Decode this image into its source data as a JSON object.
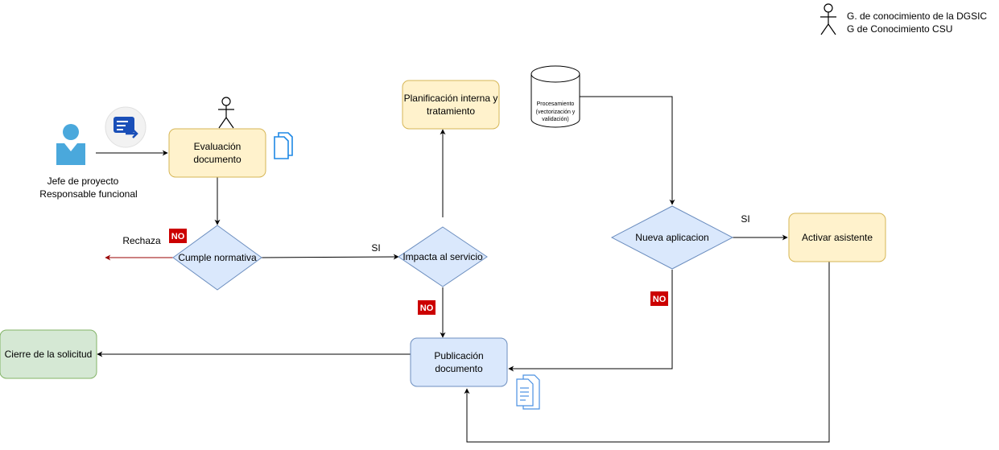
{
  "legend": {
    "line1": "G. de conocimiento de la DGSIC",
    "line2": "G de Conocimiento CSU"
  },
  "actor_requester": {
    "line1": "Jefe de proyecto",
    "line2": "Responsable funcional"
  },
  "nodes": {
    "evaluacion": {
      "line1": "Evaluación",
      "line2": "documento"
    },
    "cumple": {
      "label": "Cumple normativa"
    },
    "impacta": {
      "label": "Impacta al servicio"
    },
    "planificacion": {
      "line1": "Planificación interna y",
      "line2": "tratamiento"
    },
    "procesamiento": {
      "line1": "Procesamiento",
      "line2": "(vectorización y",
      "line3": "validación)"
    },
    "nueva": {
      "label": "Nueva aplicacion"
    },
    "activar": {
      "label": "Activar asistente"
    },
    "publicacion": {
      "line1": "Publicación",
      "line2": "documento"
    },
    "cierre": {
      "label": "Cierre de la solicitud"
    }
  },
  "edge_labels": {
    "rechaza": "Rechaza",
    "si_impacta": "SI",
    "si_activar": "SI",
    "no_cumple": "NO",
    "no_impacta": "NO",
    "no_nueva": "NO"
  },
  "colors": {
    "yellow_fill": "#fff2cc",
    "yellow_stroke": "#d6b656",
    "blue_fill": "#dae8fc",
    "blue_stroke": "#6c8ebf",
    "green_fill": "#d5e8d4",
    "green_stroke": "#82b366",
    "reject_arrow": "#990000",
    "no_badge": "#cc0000"
  },
  "icons": [
    "user-person-icon",
    "forms-icon",
    "documents-icon",
    "stick-figure-icon",
    "report-pages-icon"
  ]
}
